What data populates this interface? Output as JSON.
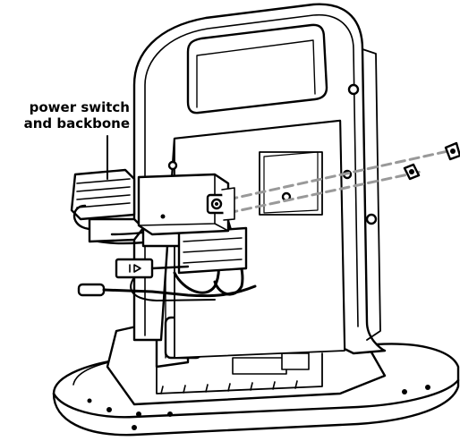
{
  "callout": {
    "line1": "power switch",
    "line2": "and backbone"
  },
  "icons": [
    "bracket-outline",
    "power-switch-module",
    "cable-bundle",
    "mounting-screw",
    "cable-clip"
  ],
  "colors": {
    "line": "#000000",
    "fill": "#ffffff",
    "shade": "#e6e6e6",
    "dash": "#999999"
  }
}
